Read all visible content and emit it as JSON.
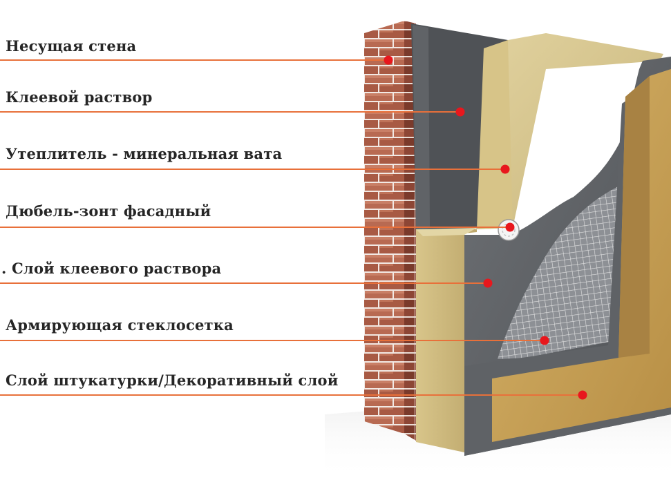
{
  "diagram": {
    "layers": [
      {
        "id": "bearing-wall",
        "label": "Несущая стена",
        "material": "brick"
      },
      {
        "id": "adhesive-mortar",
        "label": "Клеевой раствор",
        "material": "grey mortar"
      },
      {
        "id": "insulation",
        "label": "Утеплитель - минеральная вата",
        "material": "mineral wool"
      },
      {
        "id": "facade-dowel",
        "label": "Дюбель-зонт фасадный",
        "material": "umbrella dowel"
      },
      {
        "id": "adhesive-layer",
        "label": ". Слой клеевого раствора",
        "material": "grey mortar"
      },
      {
        "id": "reinforcing-mesh",
        "label": "Армирующая стеклосетка",
        "material": "fiberglass mesh"
      },
      {
        "id": "plaster-layer",
        "label": "Слой штукатурки/Декоративный слой",
        "material": "decorative plaster"
      }
    ]
  },
  "colors": {
    "leader_line": "#e8703a",
    "marker": "#e8171d",
    "brick": "#b86a52",
    "brick_dark": "#7e3a2c",
    "mortar": "#5e6064",
    "wool": "#d5c38c",
    "plaster": "#c9a25a",
    "text": "#262626"
  }
}
